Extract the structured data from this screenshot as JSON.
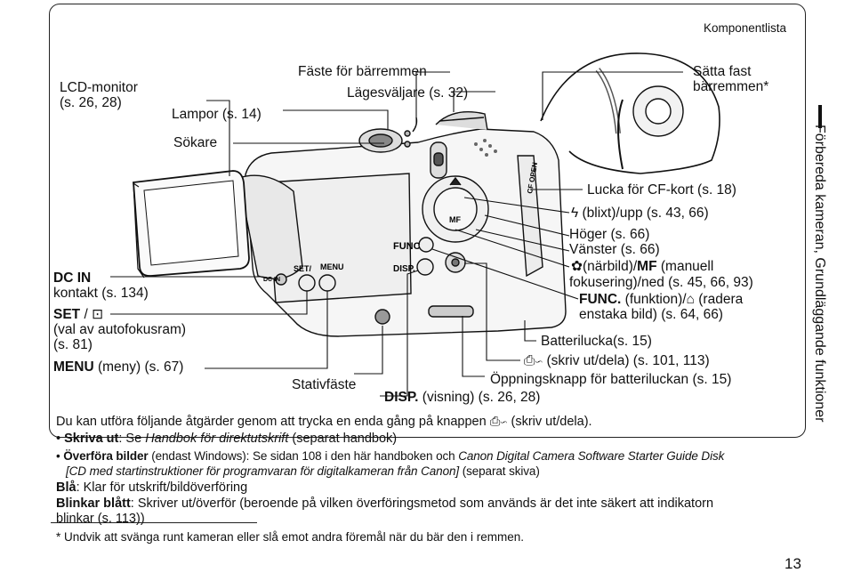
{
  "section_title": "Komponentlista",
  "side_tab": "Förbereda kameran, Grundläggande funktioner",
  "page_number": "13",
  "labels": {
    "lcd": [
      "LCD-monitor",
      "(s. 26, 28)"
    ],
    "lamps": "Lampor (s. 14)",
    "strap_mount": "Fäste för bärremmen",
    "mode_switch": "Lägesväljare (s. 32)",
    "attach_strap": [
      "Sätta fast",
      "bärremmen*"
    ],
    "viewfinder": "Sökare",
    "cf_cover": "Lucka för CF-kort (s. 18)",
    "flash_up": "(blixt)/upp (s. 43, 66)",
    "right": "Höger (s. 66)",
    "left": "Vänster (s. 66)",
    "macro_mf_1": "(närbild)/",
    "macro_mf_bold": "MF",
    "macro_mf_2": " (manuell",
    "macro_mf_3": "fokusering)/ned (s. 45, 66, 93)",
    "func_bold": "FUNC.",
    "func_1": " (funktion)/",
    "func_2": " (radera",
    "func_3": "enstaka bild) (s. 64, 66)",
    "dc_in_bold": "DC IN",
    "dc_in_2": "kontakt  (s. 134)",
    "set_bold": "SET",
    "set_1": " /",
    "set_2": "(val av autofokusram)",
    "set_3": "(s. 81)",
    "menu_bold": "MENU",
    "menu_1": " (meny) (s. 67)",
    "battery_cover": "Batterilucka(s. 15)",
    "print_share": "(skriv ut/dela) (s. 101, 113)",
    "tripod": "Stativfäste",
    "battery_release": "Öppningsknapp för batteriluckan (s. 15)",
    "disp_bold": "DISP.",
    "disp_1": " (visning) (s. 26, 28)"
  },
  "camera_marks": {
    "func": "FUNC",
    "disp": "DISP.",
    "set_menu": "SET/",
    "menu": "MENU",
    "dcin": "DC IN",
    "cf": "CF OPEN",
    "mf": "MF"
  },
  "notes": {
    "intro_1": "Du kan utföra följande åtgärder genom att trycka en enda gång på knappen",
    "intro_2": "(skriv ut/dela).",
    "bullet1_bold": "Skriva ut",
    "bullet1_1": ": Se ",
    "bullet1_italic": "Handbok för direktutskrift",
    "bullet1_2": " (separat handbok)",
    "bullet2_bold": "Överföra bilder",
    "bullet2_1": " (endast Windows): Se sidan 108 i den här handboken och ",
    "bullet2_italic": "Canon Digital Camera Software Starter Guide Disk",
    "bullet2_italic2": "[CD med startinstruktioner för programvaran för digitalkameran från Canon]",
    "bullet2_2": " (separat skiva)",
    "blue_bold": "Blå",
    "blue_1": ": Klar för utskrift/bildöverföring",
    "blink_bold": "Blinkar blått",
    "blink_1": ": Skriver ut/överför (beroende på vilken överföringsmetod som används är det inte säkert att indikatorn",
    "blink_2": "blinkar (s. 113))"
  },
  "footnote": "* Undvik att svänga runt kameran eller slå emot andra föremål när du bär den i remmen."
}
